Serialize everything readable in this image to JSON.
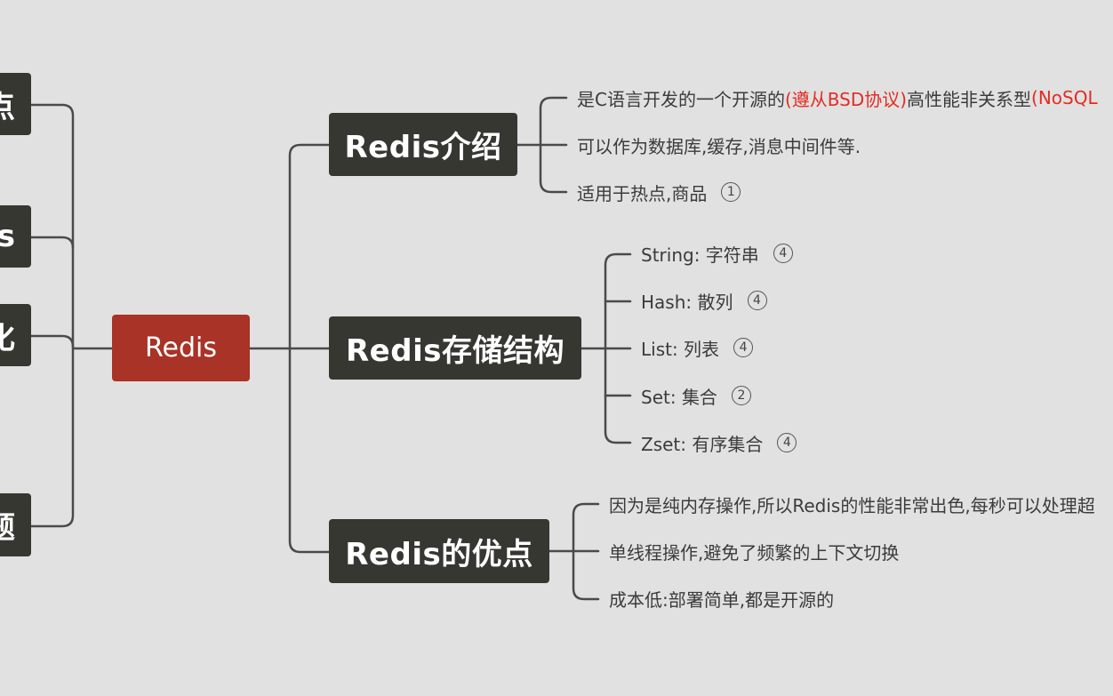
{
  "left_nodes": [
    {
      "label": "点"
    },
    {
      "label": "s"
    },
    {
      "label": "化"
    },
    {
      "label": "题"
    }
  ],
  "root": {
    "label": "Redis"
  },
  "branches": [
    {
      "label": "Redis介绍"
    },
    {
      "label": "Redis存储结构"
    },
    {
      "label": "Redis的优点"
    }
  ],
  "intro_leaves": {
    "leaf1": {
      "prefix": "是C语言开发的一个开源的",
      "red1": "(遵从BSD协议)",
      "middle": "高性能非关系型",
      "red2": "(NoSQL"
    },
    "leaf2": {
      "text": "可以作为数据库,缓存,消息中间件等."
    },
    "leaf3": {
      "text": "适用于热点,商品",
      "badge": "1"
    }
  },
  "structure_leaves": [
    {
      "text": "String: 字符串",
      "badge": "4"
    },
    {
      "text": "Hash: 散列",
      "badge": "4"
    },
    {
      "text": "List: 列表",
      "badge": "4"
    },
    {
      "text": "Set: 集合",
      "badge": "2"
    },
    {
      "text": "Zset: 有序集合",
      "badge": "4"
    }
  ],
  "advantage_leaves": [
    {
      "text": "因为是纯内存操作,所以Redis的性能非常出色,每秒可以处理超"
    },
    {
      "text": "单线程操作,避免了频繁的上下文切换"
    },
    {
      "text": "成本低:部署简单,都是开源的"
    }
  ],
  "colors": {
    "background": "#e1e1e1",
    "node": "#363731",
    "root": "#a83326",
    "highlight": "#e32c22",
    "line": "#4a4a4a"
  }
}
